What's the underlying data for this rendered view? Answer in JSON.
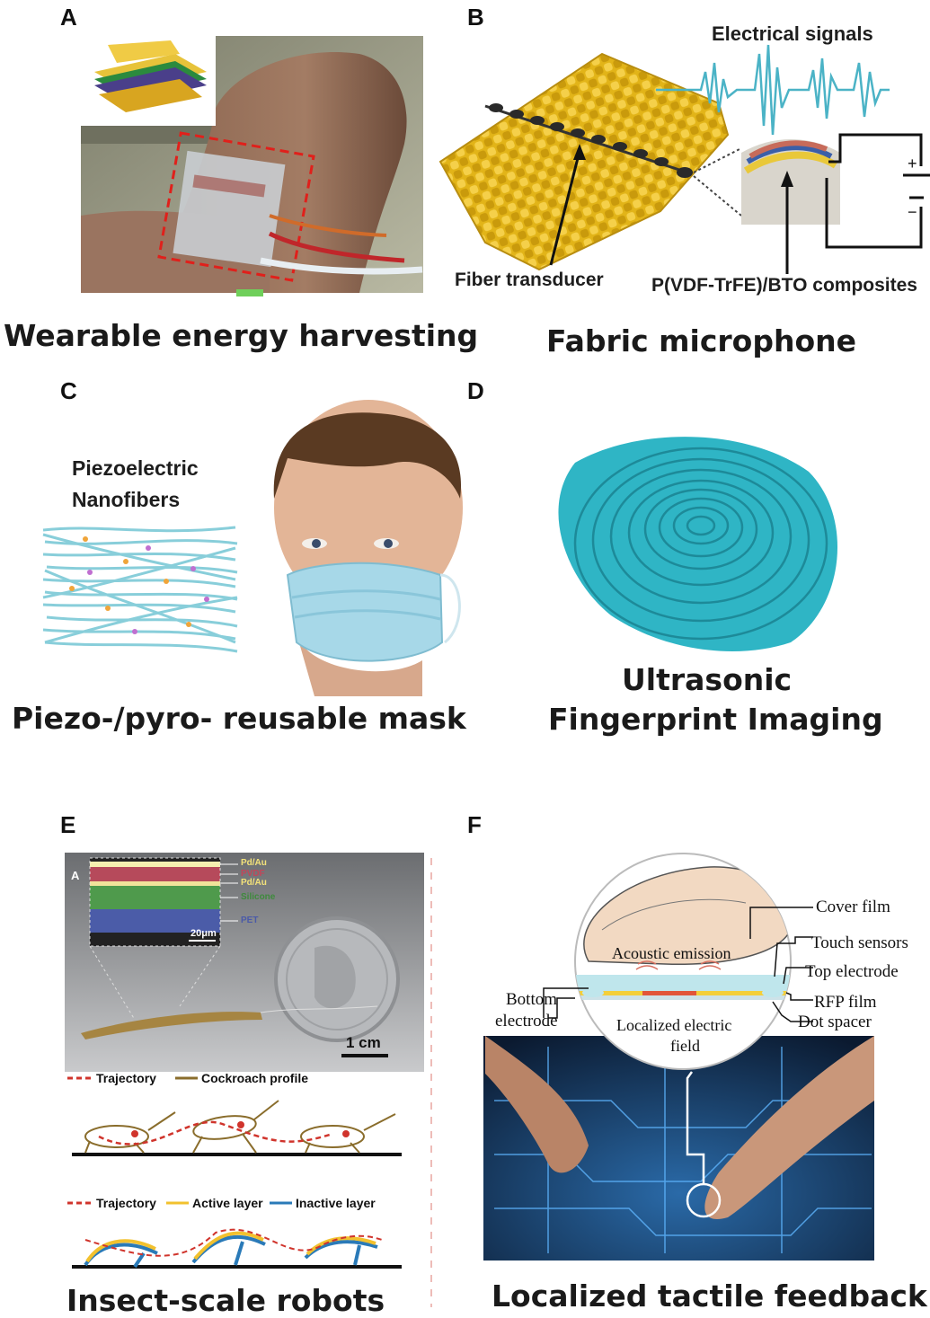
{
  "panels": {
    "A": {
      "letter": "A",
      "caption": "Wearable energy harvesting"
    },
    "B": {
      "letter": "B",
      "caption": "Fabric microphone",
      "signals_label": "Electrical signals",
      "fiber_label": "Fiber transducer",
      "composite_label": "P(VDF-TrFE)/BTO composites",
      "plus": "+",
      "minus": "−"
    },
    "C": {
      "letter": "C",
      "caption": "Piezo-/pyro- reusable mask",
      "nanofiber_line1": "Piezoelectric",
      "nanofiber_line2": "Nanofibers"
    },
    "D": {
      "letter": "D",
      "caption_line1": "Ultrasonic",
      "caption_line2": "Fingerprint Imaging"
    },
    "E": {
      "letter": "E",
      "caption": "Insect-scale robots",
      "inset_letter": "A",
      "layers": [
        "Pd/Au",
        "PVDF",
        "Pd/Au",
        "Silicone",
        "PET"
      ],
      "scale_inset": "20μm",
      "scale_photo": "1 cm",
      "legend1": {
        "trajectory": "Trajectory",
        "profile": "Cockroach profile"
      },
      "legend2": {
        "trajectory": "Trajectory",
        "active": "Active layer",
        "inactive": "Inactive layer"
      },
      "colors": {
        "trajectory": "#d0342c",
        "profile": "#8a6d2c",
        "active": "#f2c12e",
        "inactive": "#2a7ab8"
      }
    },
    "F": {
      "letter": "F",
      "caption": "Localized tactile feedback",
      "cover_film": "Cover film",
      "touch_sensors": "Touch sensors",
      "top_electrode": "Top electrode",
      "rfp_film": "RFP film",
      "dot_spacer": "Dot spacer",
      "bottom_electrode_1": "Bottom",
      "bottom_electrode_2": "electrode",
      "acoustic": "Acoustic emission",
      "localized_1": "Localized electric",
      "localized_2": "field"
    }
  }
}
